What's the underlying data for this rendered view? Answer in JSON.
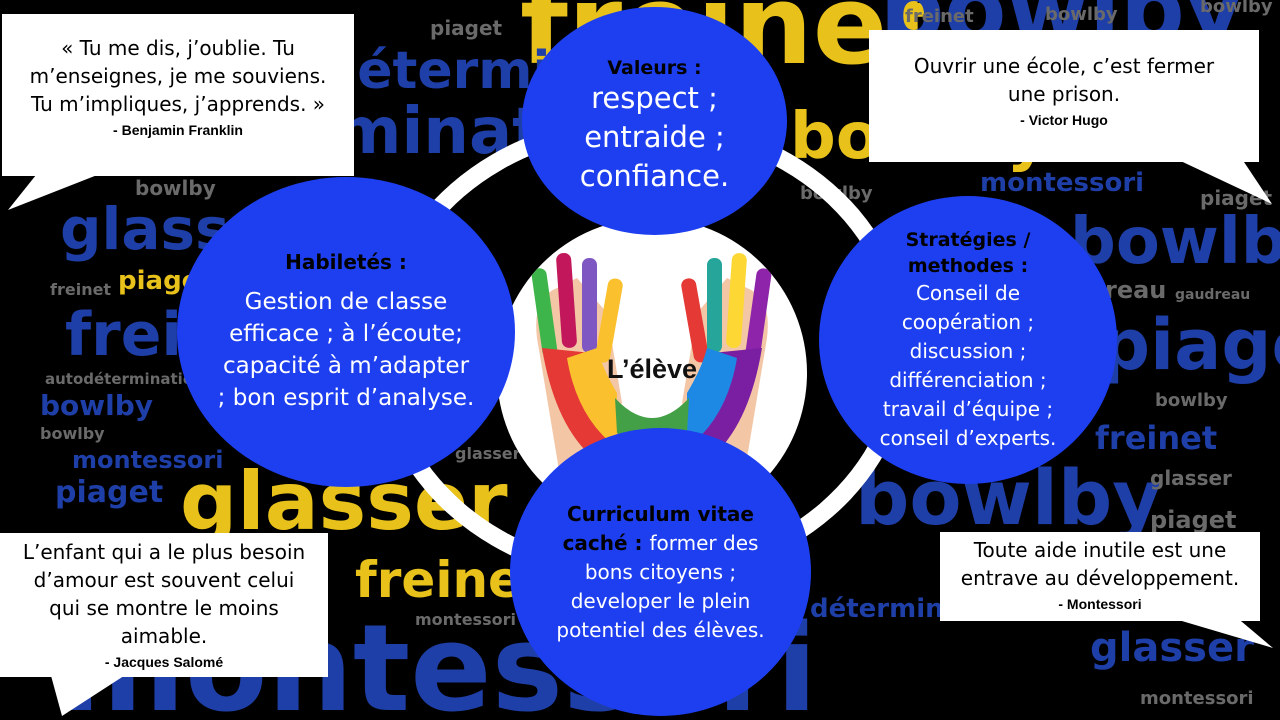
{
  "background_words": [
    "freinet",
    "piaget",
    "bowlby",
    "montessori",
    "glasser",
    "détermination",
    "autodétermination",
    "gaudreau",
    "reau",
    "glasser",
    "bowlby",
    "piaget",
    "freinet",
    "montessori",
    "bowlby",
    "glasser",
    "piaget",
    "freinet",
    "montessori",
    "bowlby",
    "piaget",
    "freinet",
    "gaudreau",
    "bowlby",
    "glasser",
    "piaget"
  ],
  "center": {
    "label": "L’élève"
  },
  "circles": {
    "valeurs": {
      "title": "Valeurs :",
      "lines": [
        "respect ;",
        "entraide ;",
        "confiance."
      ]
    },
    "habiletes": {
      "title": "Habiletés :",
      "body": "Gestion de classe efficace ; à l’écoute; capacité à m’adapter ; bon esprit d’analyse."
    },
    "strategies": {
      "title_lines": [
        "Stratégies /",
        "methodes :"
      ],
      "lines": [
        "Conseil de",
        "coopération ;",
        "discussion ;",
        "différenciation ;",
        "travail d’équipe ;",
        "conseil d’experts."
      ]
    },
    "curriculum": {
      "title": "Curriculum vitae caché :",
      "body": "former des bons citoyens ; developer le plein potentiel des élèves."
    }
  },
  "quotes": [
    {
      "lines": [
        "« Tu me dis, j’oublie. Tu",
        "m’enseignes, je me souviens.",
        "Tu m’impliques, j’apprends. »"
      ],
      "author": "- Benjamin Franklin"
    },
    {
      "lines": [
        "Ouvrir une école, c’est fermer",
        "une prison."
      ],
      "author": "- Victor Hugo"
    },
    {
      "lines": [
        "L’enfant qui a le plus besoin",
        "d’amour est souvent celui",
        "qui se montre le moins",
        "aimable."
      ],
      "author": "- Jacques Salomé"
    },
    {
      "lines": [
        "Toute aide inutile est une",
        "entrave au développement."
      ],
      "author": "- Montessori"
    }
  ],
  "colors": {
    "circle_fill": "#1e3ff0",
    "ring": "#ffffff",
    "word_blue": "#1f3fa8",
    "word_yellow": "#e8c21a"
  }
}
